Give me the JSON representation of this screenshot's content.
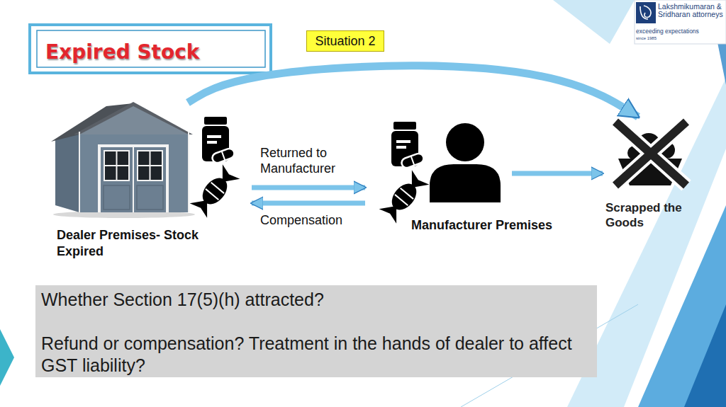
{
  "diagram": {
    "title": "Expired Stock",
    "nodes": [
      {
        "text": [
          "Situation 2"
        ]
      },
      {
        "text": [
          "Dealer Premises- Stock Expired"
        ]
      },
      {
        "text": [
          "Manufacturer Premises"
        ]
      },
      {
        "text": [
          "Scrapped the Goods"
        ]
      },
      {
        "text": [
          "Whether Section 17(5)(h) attracted?",
          "Refund or compensation? Treatment in the hands of dealer to affect GST liability?"
        ]
      }
    ],
    "edges": [
      {
        "from": 1,
        "to": 2,
        "label": "Returned to Manufacturer",
        "arrow": "to"
      },
      {
        "from": 2,
        "to": 1,
        "label": "Compensation",
        "arrow": "to"
      },
      {
        "from": 2,
        "to": 3,
        "arrow": "to"
      },
      {
        "from": 1,
        "to": 3,
        "arrow": "to"
      }
    ],
    "labels": [
      "Lakshmikumaran & Sridharan attorneys",
      "exceeding expectations",
      "since 1985"
    ]
  }
}
